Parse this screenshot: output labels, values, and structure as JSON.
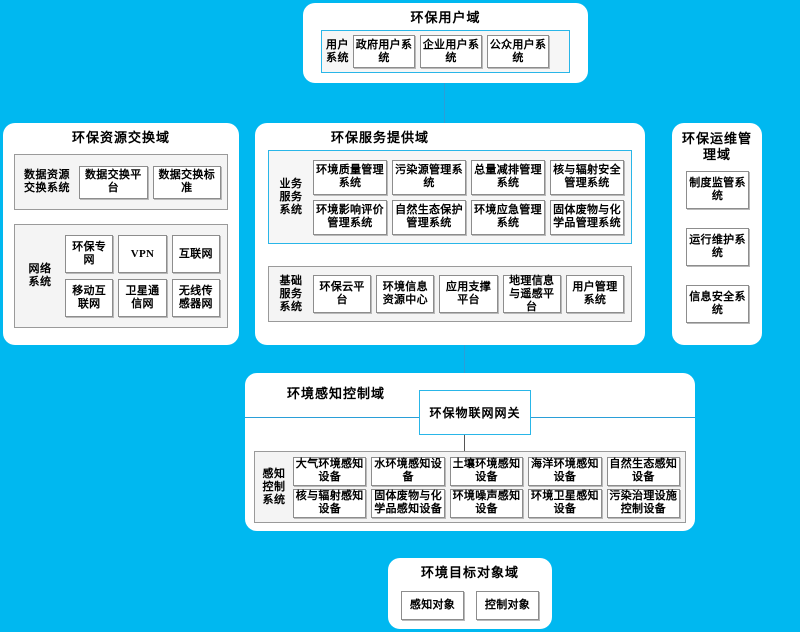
{
  "diagram": {
    "background_color": "#00b8f0",
    "accent_color": "#29b6e8",
    "box_border_color": "#8d8d8d"
  },
  "user_domain": {
    "title": "环保用户域",
    "group_label": "用户\n系统",
    "group_label_line1": "用户",
    "group_label_line2": "系统",
    "items": [
      {
        "label": "政府用户系统"
      },
      {
        "label": "企业用户系统"
      },
      {
        "label": "公众用户系统"
      }
    ]
  },
  "resource_domain": {
    "title": "环保资源交换域",
    "data_group": {
      "label_line1": "数据资源",
      "label_line2": "交换系统",
      "items": [
        {
          "label": "数据交换平台"
        },
        {
          "label": "数据交换标准"
        }
      ]
    },
    "network_group": {
      "label_line1": "网络",
      "label_line2": "系统",
      "row1": [
        {
          "label": "环保专网"
        },
        {
          "label": "VPN"
        },
        {
          "label": "互联网"
        }
      ],
      "row2": [
        {
          "label": "移动互联网"
        },
        {
          "label": "卫星通信网"
        },
        {
          "label": "无线传感器网"
        }
      ]
    }
  },
  "service_domain": {
    "title": "环保服务提供域",
    "business_group": {
      "label_line1": "业务",
      "label_line2": "服务",
      "label_line3": "系统",
      "row1": [
        {
          "label": "环境质量管理系统"
        },
        {
          "label": "污染源管理系统"
        },
        {
          "label": "总量减排管理系统"
        },
        {
          "label": "核与辐射安全管理系统"
        }
      ],
      "row2": [
        {
          "label": "环境影响评价管理系统"
        },
        {
          "label": "自然生态保护管理系统"
        },
        {
          "label": "环境应急管理系统"
        },
        {
          "label": "固体废物与化学品管理系统"
        }
      ]
    },
    "basic_group": {
      "label_line1": "基础",
      "label_line2": "服务",
      "label_line3": "系统",
      "items": [
        {
          "label": "环保云平台"
        },
        {
          "label": "环境信息资源中心"
        },
        {
          "label": "应用支撑平台"
        },
        {
          "label": "地理信息与遥感平台"
        },
        {
          "label": "用户管理系统"
        }
      ]
    }
  },
  "ops_domain": {
    "title": "环保运维管理域",
    "title_line1": "环保运维管",
    "title_line2": "理域",
    "items": [
      {
        "label": "制度监管系统"
      },
      {
        "label": "运行维护系统"
      },
      {
        "label": "信息安全系统"
      }
    ]
  },
  "sensing_domain": {
    "title": "环境感知控制域",
    "gateway": "环保物联网网关",
    "control_group": {
      "label_line1": "感知",
      "label_line2": "控制",
      "label_line3": "系统",
      "row1": [
        {
          "label": "大气环境感知设备"
        },
        {
          "label": "水环境感知设备"
        },
        {
          "label": "土壤环境感知设备"
        },
        {
          "label": "海洋环境感知设备"
        },
        {
          "label": "自然生态感知设备"
        }
      ],
      "row2": [
        {
          "label": "核与辐射感知设备"
        },
        {
          "label": "固体废物与化学品感知设备"
        },
        {
          "label": "环境噪声感知设备"
        },
        {
          "label": "环境卫星感知设备"
        },
        {
          "label": "污染治理设施控制设备"
        }
      ]
    }
  },
  "target_domain": {
    "title": "环境目标对象域",
    "items": [
      {
        "label": "感知对象"
      },
      {
        "label": "控制对象"
      }
    ]
  }
}
